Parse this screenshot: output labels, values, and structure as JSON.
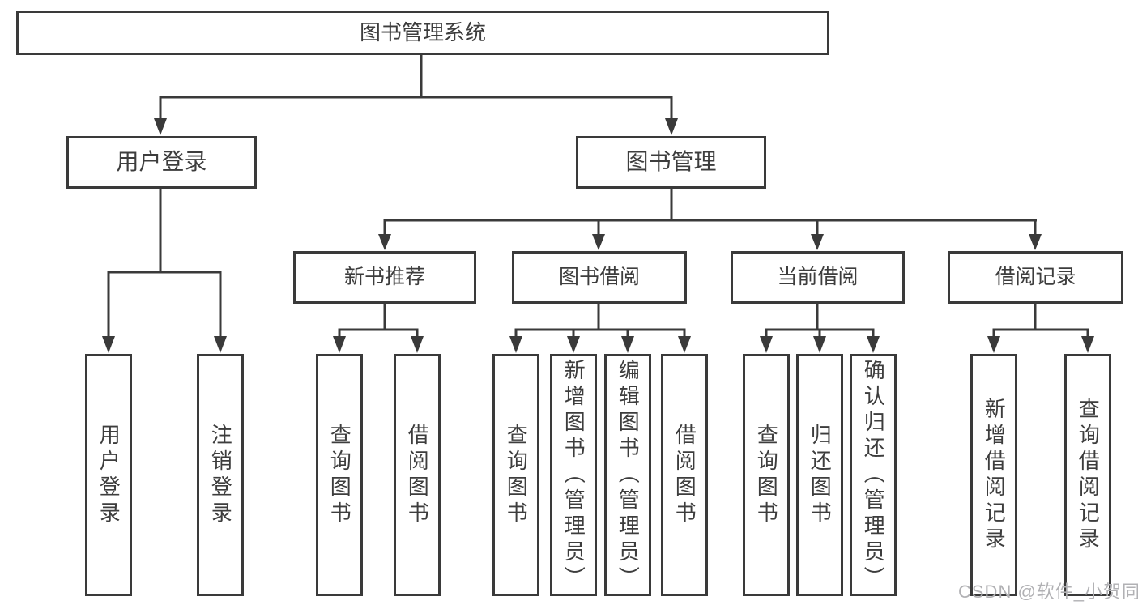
{
  "tree": {
    "root": {
      "label": "图书管理系统"
    },
    "branches": [
      {
        "label": "用户登录",
        "children": [
          {
            "label": "用户登录"
          },
          {
            "label": "注销登录"
          }
        ]
      },
      {
        "label": "图书管理",
        "children": [
          {
            "label": "新书推荐",
            "children": [
              {
                "label": "查询图书"
              },
              {
                "label": "借阅图书"
              }
            ]
          },
          {
            "label": "图书借阅",
            "children": [
              {
                "label": "查询图书"
              },
              {
                "label": "新增图书（管理员）"
              },
              {
                "label": "编辑图书（管理员）"
              },
              {
                "label": "借阅图书"
              }
            ]
          },
          {
            "label": "当前借阅",
            "children": [
              {
                "label": "查询图书"
              },
              {
                "label": "归还图书"
              },
              {
                "label": "确认归还（管理员）"
              }
            ]
          },
          {
            "label": "借阅记录",
            "children": [
              {
                "label": "新增借阅记录"
              },
              {
                "label": "查询借阅记录"
              }
            ]
          }
        ]
      }
    ]
  },
  "watermark": "CSDN @软件_小贺同学",
  "colors": {
    "line": "#3a3a3a",
    "text": "#3d3d3d",
    "watermark": "#b1b1b4",
    "background": "#ffffff"
  }
}
